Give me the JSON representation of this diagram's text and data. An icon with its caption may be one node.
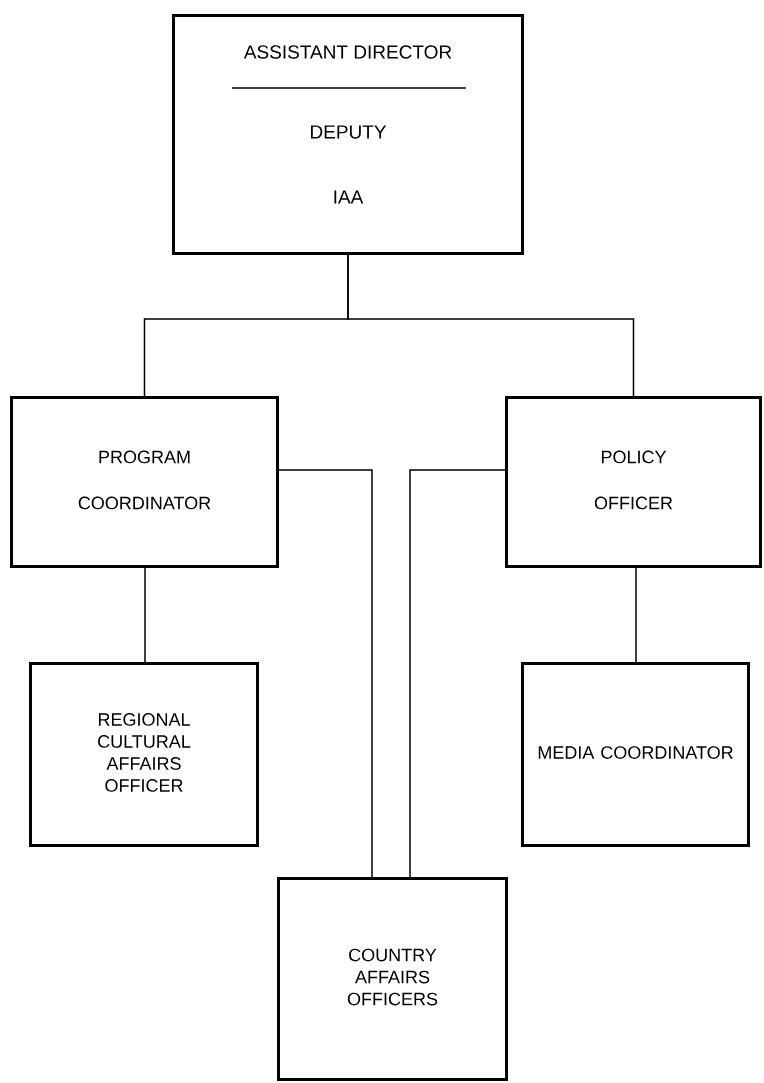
{
  "diagram": {
    "nodes": [
      {
        "text": [
          "ASSISTANT DIRECTOR",
          "DEPUTY",
          "IAA"
        ]
      },
      {
        "text": [
          "PROGRAM COORDINATOR"
        ]
      },
      {
        "text": [
          "POLICY OFFICER"
        ]
      },
      {
        "text": [
          "REGIONAL CULTURAL AFFAIRS OFFICER"
        ]
      },
      {
        "text": [
          "MEDIA COORDINATOR"
        ]
      },
      {
        "text": [
          "COUNTRY AFFAIRS OFFICERS"
        ]
      }
    ],
    "edges": [
      {
        "from": 0,
        "to": 1,
        "arrow": "none"
      },
      {
        "from": 0,
        "to": 2,
        "arrow": "none"
      },
      {
        "from": 1,
        "to": 3,
        "arrow": "none"
      },
      {
        "from": 2,
        "to": 4,
        "arrow": "none"
      },
      {
        "from": 1,
        "to": 5,
        "arrow": "none"
      },
      {
        "from": 2,
        "to": 5,
        "arrow": "none"
      }
    ]
  }
}
